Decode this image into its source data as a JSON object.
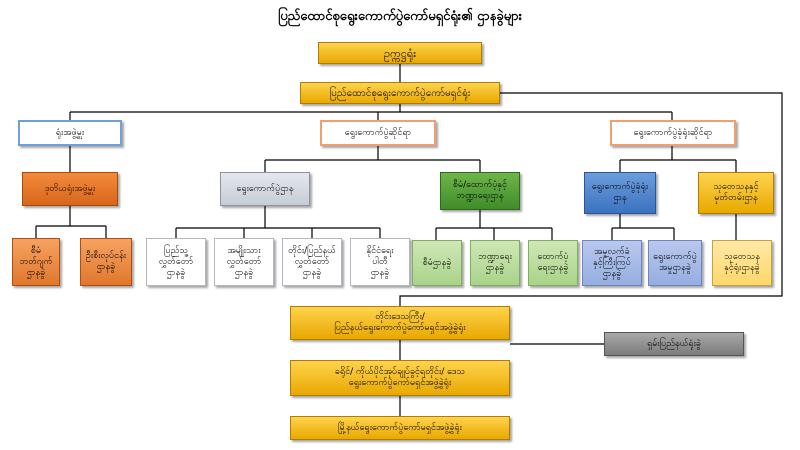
{
  "title": "ပြည်ထောင်စုရွေးကောက်ပွဲကော်မရှင်ရုံး၏ ဌာနခွဲများ",
  "nodes": {
    "chairman": "ဥက္ကဋ္ဌရုံး",
    "union_office": "ပြည်ထောင်စုရွေးကောက်ပွဲကော်မရှင်ရုံး",
    "admin_branch": "ရုံးအဖွဲ့မှူး",
    "election_affairs": "ရွေးကောက်ပွဲဆိုင်ရာ",
    "tribunal_affairs": "ရွေးကောက်ပွဲခုံရုံးဆိုင်ရာ",
    "deputy_admin": "ဒုတိယရုံးအဖွဲ့မှူး",
    "election_dept": "ရွေးကောက်ပွဲဌာန",
    "planning_dept": "စီမံ/ထောက်ပံ့နှင့်\nဘဏ္ဍာရေးဌာန",
    "tribunal_dept": "ရွေးကောက်ပွဲခုံရုံး\nဌာန",
    "info_dept": "သုတေသနနှင့်\nမှတ်တမ်းဌာန",
    "admin_sub1": "စီမံ\nဘတ်ဂျက်\nဌာနခွဲ",
    "admin_sub2": "ဦးစီးလုပ်ငန်း\nဌာနခွဲ",
    "election_sub1": "ပြည်သူ့\nလွှတ်တော်\nဌာနခွဲ",
    "election_sub2": "အမျိုးသား\nလွှတ်တော်\nဌာနခွဲ",
    "election_sub3": "တိုင်း/ပြည်နယ်\nလွှတ်တော်\nဌာနခွဲ",
    "election_sub4": "နိုင်ငံရေး\nပါတီ\nဌာနခွဲ",
    "planning_sub1": "စီမံဌာနခွဲ",
    "planning_sub2": "ဘဏ္ဍာရေး\nဌာနခွဲ",
    "planning_sub3": "ထောက်ပံ့\nရေးဌာနခွဲ",
    "tribunal_sub1": "အမှုလက်ခံ\nနှင့်ကြီးကြပ်\nဌာနခွဲ",
    "tribunal_sub2": "ရွေးကောက်ပွဲ\nအမှုဌာနခွဲ",
    "info_sub1": "သုတေသန\nနှင့်ရုံးဌာနခွဲ",
    "region_office": "တိုင်းဒေသကြီး/\nပြည်နယ်ရွေးကောက်ပွဲကော်မရှင်အဖွဲ့ခွဲရုံး",
    "external_office": "ရှမ်းပြည်နယ်ရုံးခွဲ",
    "district_office": "ခရိုင်/ ကိုယ်ပိုင်အုပ်ချုပ်ခွင့်ရတိုင်း/ ဒေသ\nရွေးကောက်ပွဲကော်မရှင်အဖွဲ့ခွဲရုံး",
    "township_office": "မြို့နယ်ရွေးကောက်ပွဲကော်မရှင်အဖွဲ့ခွဲရုံး"
  }
}
